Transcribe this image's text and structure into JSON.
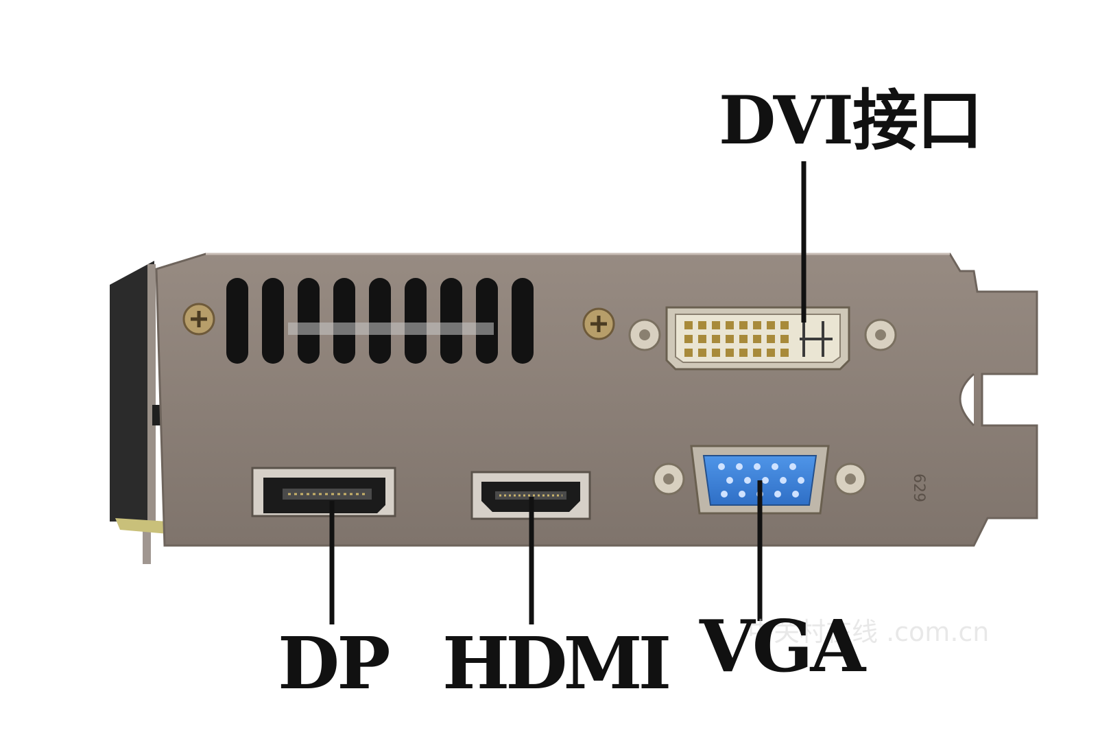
{
  "callouts": {
    "dvi": "DVI接口",
    "dp": "DP",
    "hdmi": "HDMI",
    "vga": "VGA"
  },
  "engraving": "629",
  "watermark": "中关村在线 .com.cn",
  "colors": {
    "bracket": "#8c8178",
    "bracket_shadow": "#6e645c",
    "vga_port": "#3a7fd6",
    "dvi_port": "#eae5d3",
    "leader_line": "#111111"
  },
  "icons": [
    "phillips-screw-icon",
    "thumbscrew-icon"
  ]
}
